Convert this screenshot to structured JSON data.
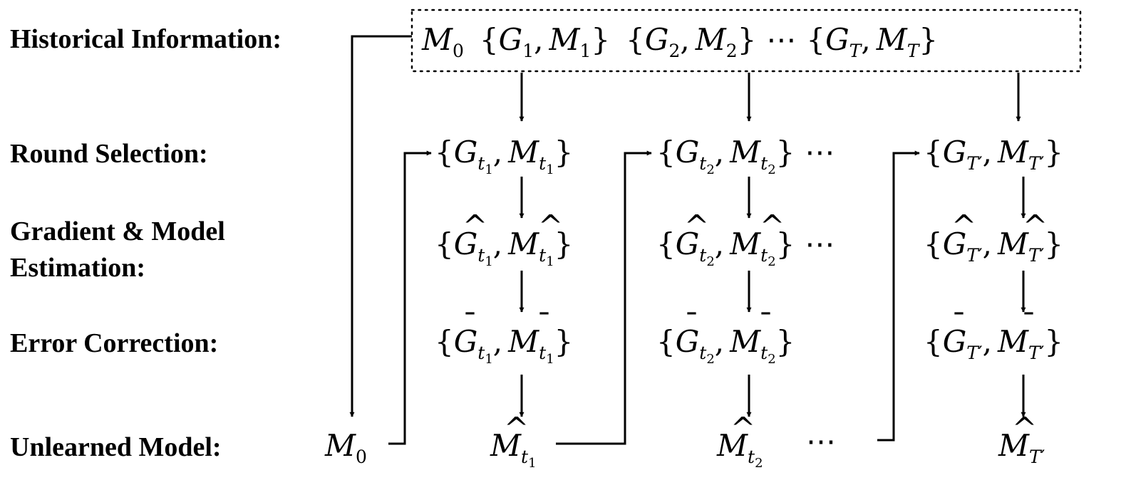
{
  "labels": {
    "historical": "Historical Information:",
    "round": "Round Selection:",
    "estimation_line1": "Gradient & Model",
    "estimation_line2": "Estimation:",
    "error": "Error Correction:",
    "unlearned": "Unlearned Model:"
  },
  "symbols": {
    "M": "M",
    "G": "G",
    "T": "T",
    "t": "t",
    "zero": "0",
    "one": "1",
    "two": "2",
    "prime": "′",
    "open_brace": "{",
    "close_brace": "}",
    "comma": ",",
    "ellipsis": "⋯",
    "hat": "^",
    "bar": "¯"
  }
}
